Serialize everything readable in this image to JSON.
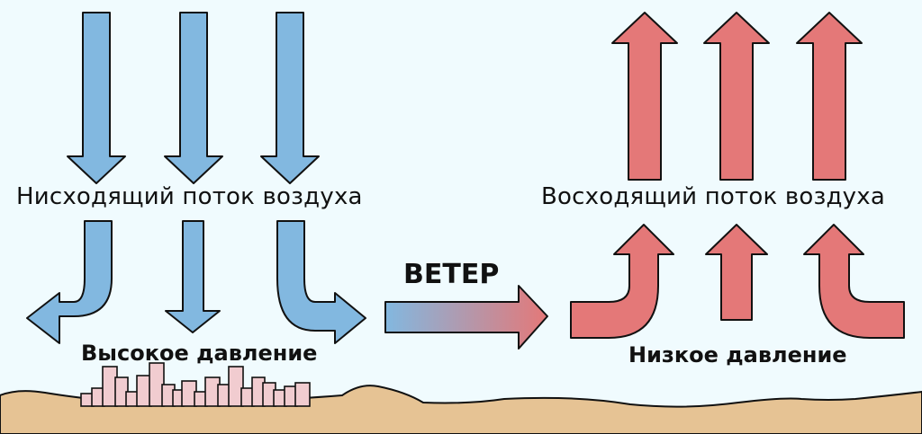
{
  "labels": {
    "descending_flow": "Нисходящий поток воздуха",
    "ascending_flow": "Восходящий поток воздуха",
    "high_pressure": "Высокое давление",
    "low_pressure": "Низкое давление",
    "wind": "ВЕТЕР"
  },
  "colors": {
    "sky": "#f0fbfe",
    "cold_air": "#82b8e0",
    "warm_air": "#e47878",
    "ground": "#e6c394",
    "buildings": "#f1ccd0",
    "outline": "#111111"
  }
}
